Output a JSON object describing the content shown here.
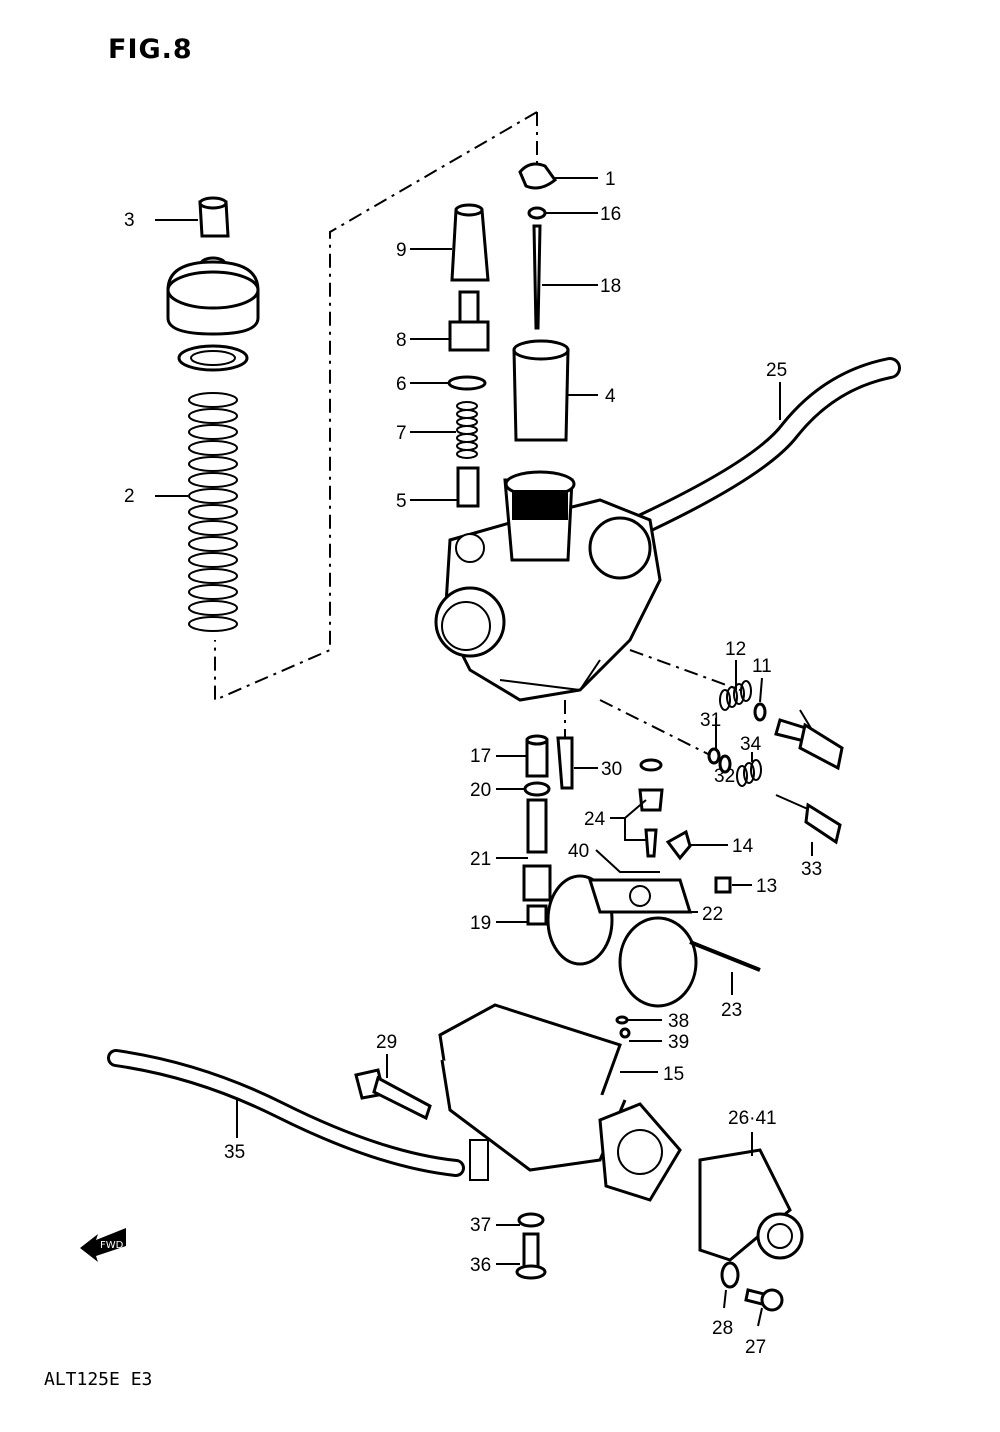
{
  "figure": {
    "title": "FIG.8",
    "model_code": "ALT125E E3",
    "fwd_label": "FWD"
  },
  "callouts": {
    "c1": "1",
    "c2": "2",
    "c3": "3",
    "c4": "4",
    "c5": "5",
    "c6": "6",
    "c7": "7",
    "c8": "8",
    "c9": "9",
    "c11": "11",
    "c12": "12",
    "c13": "13",
    "c14": "14",
    "c15": "15",
    "c16": "16",
    "c17": "17",
    "c18": "18",
    "c19": "19",
    "c20": "20",
    "c21": "21",
    "c22": "22",
    "c23": "23",
    "c24": "24",
    "c25": "25",
    "c26": "26·41",
    "c27": "27",
    "c28": "28",
    "c29": "29",
    "c30": "30",
    "c31": "31",
    "c32": "32",
    "c33": "33",
    "c34": "34",
    "c35": "35",
    "c36": "36",
    "c37": "37",
    "c38": "38",
    "c39": "39",
    "c40": "40"
  }
}
